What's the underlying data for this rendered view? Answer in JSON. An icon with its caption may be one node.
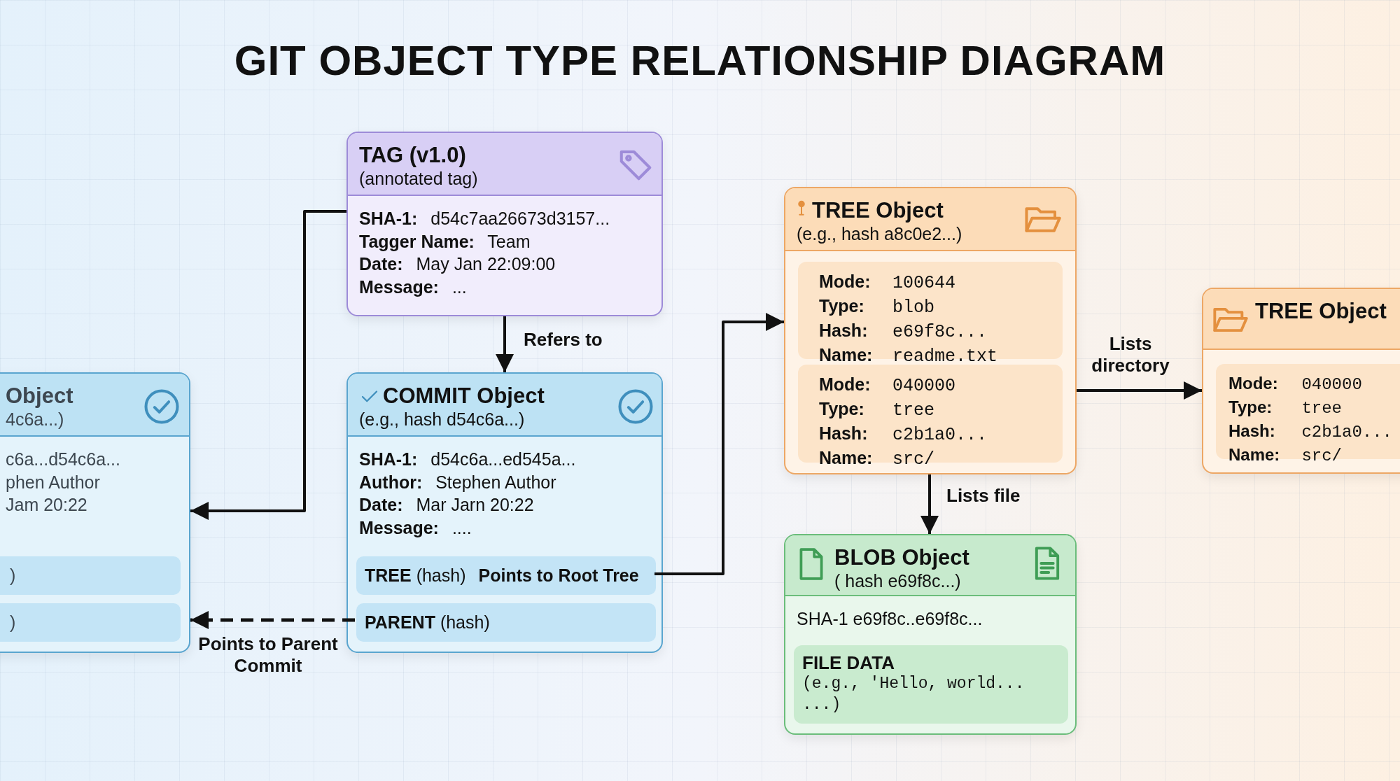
{
  "diagram": {
    "title": "GIT OBJECT TYPE RELATIONSHIP DIAGRAM",
    "nodes": [
      {
        "text": [
          "TAG (v1.0)",
          "(annotated tag)",
          "**SHA-1:** d54c7aa26673d3157...",
          "**Tagger Name:** Team",
          "**Date:** May Jan 22:09:00",
          "**Message:** ..."
        ]
      },
      {
        "text": [
          "Object",
          "4c6a...)",
          "c6a...d54c6a...",
          "phen Author",
          "Jam 20:22"
        ]
      },
      {
        "text": [
          ")"
        ],
        "in": 1
      },
      {
        "text": [
          ")"
        ],
        "in": 1
      },
      {
        "text": [
          "COMMIT Object",
          "(e.g., hash d54c6a...)",
          "**SHA-1:** d54c6a...ed545a...",
          "**Author:** Stephen Author",
          "**Date:** Mar Jarn 20:22",
          "**Message:** ...."
        ]
      },
      {
        "text": [
          "**TREE** (hash)",
          "Points to Root Tree"
        ],
        "in": 4
      },
      {
        "text": [
          "**PARENT** (hash)"
        ],
        "in": 4
      },
      {
        "text": [
          "TREE Object",
          "(e.g., hash a8c0e2...)"
        ]
      },
      {
        "text": [
          "**Mode:** 100644",
          "**Type:** blob",
          "**Hash:** e69f8c...",
          "**Name:** readme.txt"
        ],
        "in": 7
      },
      {
        "text": [
          "**Mode:** 040000",
          "**Type:** tree",
          "**Hash:** c2b1a0...",
          "**Name:** src/"
        ],
        "in": 7
      },
      {
        "text": [
          "TREE Object"
        ]
      },
      {
        "text": [
          "**Mode:** 040000",
          "**Type:** tree",
          "**Hash:** c2b1a0...",
          "**Name:** src/"
        ],
        "in": 10
      },
      {
        "text": [
          "BLOB Object",
          "( hash e69f8c...)",
          "SHA-1 e69f8c..e69f8c..."
        ]
      },
      {
        "text": [
          "FILE DATA",
          "(e.g., 'Hello, world... ...)"
        ],
        "in": 12
      }
    ],
    "edges": [
      {
        "from": 0,
        "to": 1,
        "arrow": "to"
      },
      {
        "from": 0,
        "to": 4,
        "arrow": "to",
        "label": "Refers to"
      },
      {
        "from": 5,
        "to": 7,
        "arrow": "to"
      },
      {
        "from": 6,
        "to": 1,
        "arrow": "to",
        "label": "Points to Parent Commit",
        "style": "dashed"
      },
      {
        "from": 7,
        "to": 10,
        "arrow": "to",
        "label": "Lists directory"
      },
      {
        "from": 7,
        "to": 12,
        "arrow": "to",
        "label": "Lists file"
      }
    ]
  }
}
